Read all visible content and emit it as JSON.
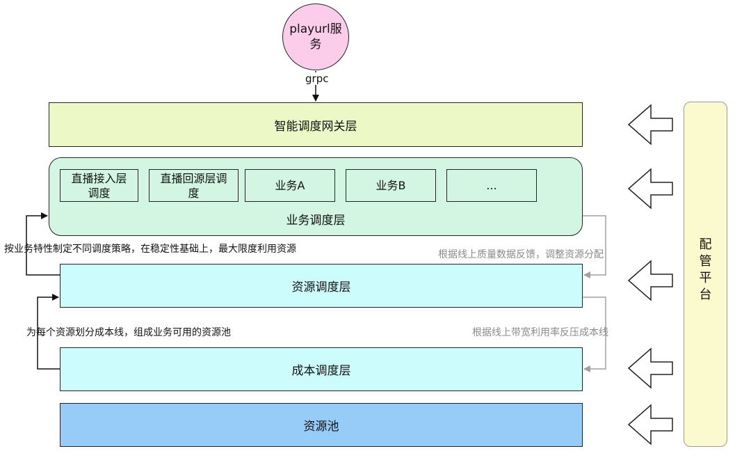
{
  "service": {
    "label_line1": "playurl服",
    "label_line2": "务"
  },
  "grpc_label": "grpc",
  "gateway_layer": "智能调度网关层",
  "business_layer": {
    "label": "业务调度层",
    "modules": [
      {
        "line1": "直播接入层",
        "line2": "调度"
      },
      {
        "line1": "直播回源层调",
        "line2": "度"
      },
      {
        "line1": "业务A",
        "line2": ""
      },
      {
        "line1": "业务B",
        "line2": ""
      },
      {
        "line1": "...",
        "line2": ""
      }
    ]
  },
  "resource_layer": "资源调度层",
  "cost_layer": "成本调度层",
  "resource_pool": "资源池",
  "platform": {
    "chars": [
      "配",
      "管",
      "平",
      "台"
    ]
  },
  "notes": {
    "left_top": "按业务特性制定不同调度策略，在稳定性基础上，最大限度利用资源",
    "left_bottom": "为每个资源划分成本线，组成业务可用的资源池",
    "right_top": "根据线上质量数据反馈，调整资源分配",
    "right_bottom": "根据线上带宽利用率反压成本线"
  },
  "colors": {
    "service_fill": "#fbcdea",
    "gateway_fill": "#ecf8c6",
    "business_fill": "#d3f6e2",
    "resource_fill": "#ccfcfc",
    "pool_fill": "#97ccf9",
    "platform_fill": "#fbf9ce",
    "feedback_line": "#a0a0a0"
  },
  "icons": [
    "hollow-left-arrow-icon"
  ]
}
